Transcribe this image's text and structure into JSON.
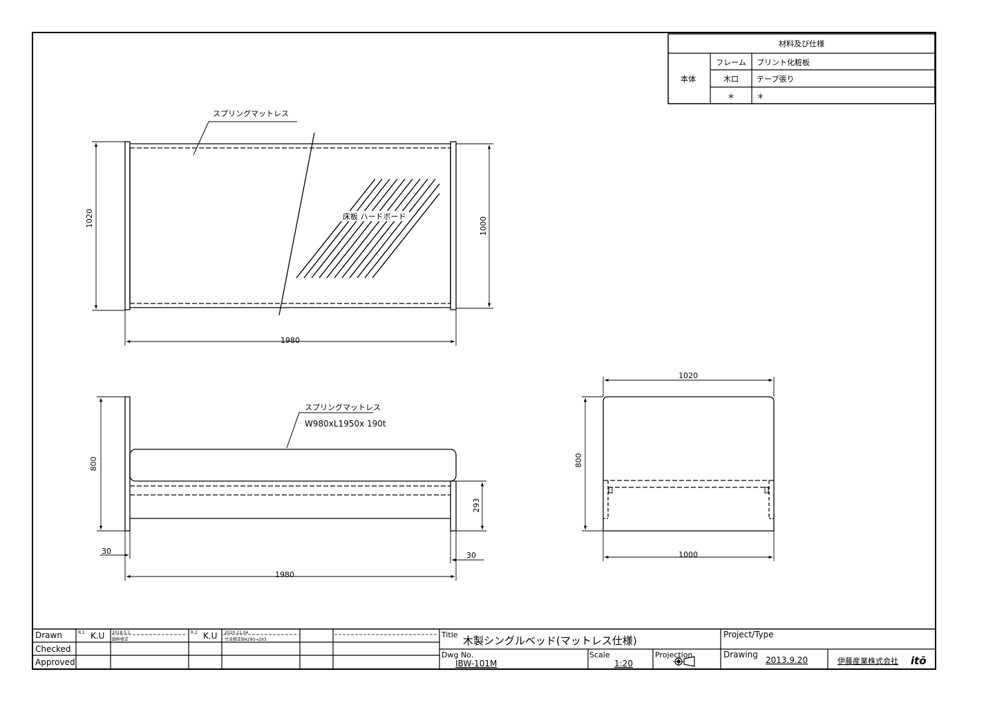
{
  "spec_table": {
    "header": "材料及び仕様",
    "group_label": "本体",
    "rows": [
      {
        "part": "フレーム",
        "material": "プリント化粧板"
      },
      {
        "part": "木口",
        "material": "テープ張り"
      },
      {
        "part": "＊",
        "material": "＊"
      }
    ]
  },
  "plan_view": {
    "mattress_label": "スプリングマットレス",
    "floor_label": "床板 ハードボード",
    "dim_length": "1980",
    "dim_width_outer": "1020",
    "dim_width_inner": "1000"
  },
  "side_view": {
    "mattress_label": "スプリングマットレス",
    "mattress_spec": "W980xL1950x 190t",
    "dim_height": "800",
    "dim_frame_height": "293",
    "dim_left_thickness": "30",
    "dim_right_thickness": "30",
    "dim_length": "1980"
  },
  "end_view": {
    "dim_top": "1020",
    "dim_height": "800",
    "dim_bottom": "1000"
  },
  "title_block": {
    "drawn_label": "Drawn",
    "checked_label": "Checked",
    "approved_label": "Approved",
    "rev1_mark": "R.1",
    "rev1_initials": "K.U",
    "rev1_date": "2018.5.1",
    "rev1_note": "図枠修正",
    "rev2_mark": "R.2",
    "rev2_initials": "K.U",
    "rev2_date": "2020.11.04",
    "rev2_note": "寸法修正BH290→293",
    "title_label": "Title",
    "title_value": "木製シングルベッド(マットレス仕様)",
    "dwg_label": "Dwg No.",
    "dwg_value": "IBW-101M",
    "scale_label": "Scale",
    "scale_value": "1:20",
    "projection_label": "Projection",
    "project_type_label": "Project/Type",
    "drawing_label": "Drawing",
    "drawing_date": "2013.9.20",
    "company": "伊藤産業株式会社",
    "logo_text": "itō"
  }
}
